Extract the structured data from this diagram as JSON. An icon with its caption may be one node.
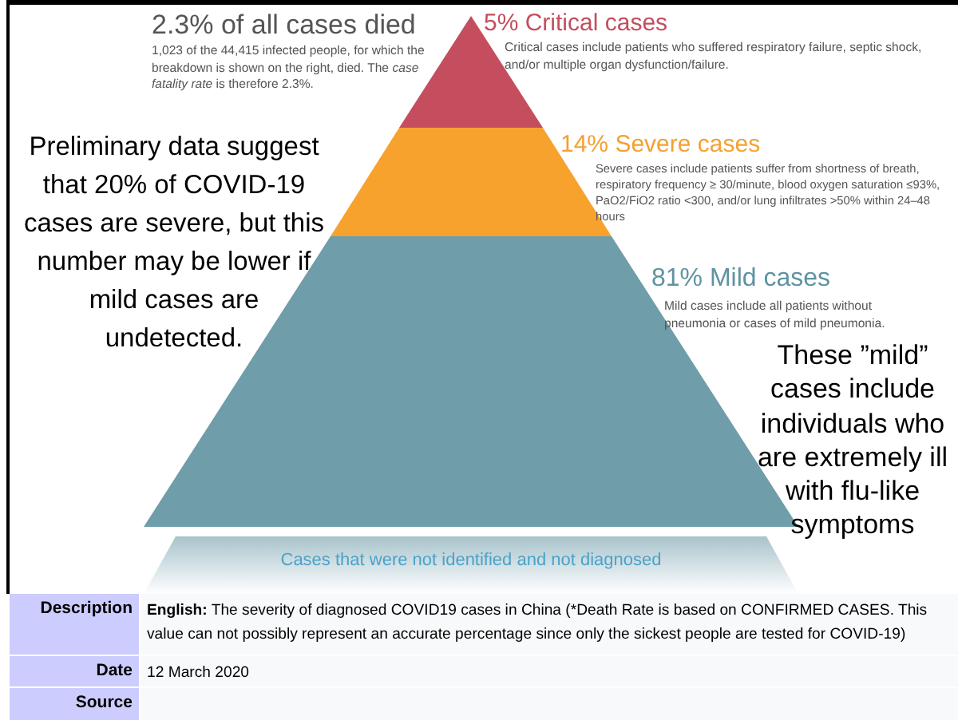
{
  "diagram": {
    "nodes": [
      {
        "text": [
          "5% Critical cases",
          "Critical cases include patients who suffered respiratory failure, septic shock, and/or multiple organ dysfunction/failure."
        ]
      },
      {
        "text": [
          "14% Severe cases",
          "Severe cases include patients suffer from shortness of breath, respiratory frequency ≥ 30/minute, blood oxygen saturation ≤93%, PaO2/FiO2 ratio <300, and/or lung infiltrates >50% within 24–48 hours"
        ]
      },
      {
        "text": [
          "81% Mild cases",
          "Mild cases include all patients without pneumonia or cases of mild pneumonia."
        ]
      },
      {
        "text": [
          "Cases that were not identified and not diagnosed"
        ]
      }
    ],
    "edges": [],
    "labels": [
      "2.3% of all cases died",
      "1,023 of the 44,415 infected people, for which the breakdown is shown on the right, died. The *case fatality rate* is therefore 2.3%.",
      "Preliminary data suggest that 20% of COVID-19 cases are severe, but this number may be lower if mild cases are undetected.",
      "These ”mild” cases include individuals who are extremely ill with flu-like symptoms",
      "Description",
      "**English:** The severity of diagnosed COVID19 cases in China (*Death Rate is based on CONFIRMED CASES. This value can not possibly represent an accurate percentage since only the sickest people are tested for COVID-19)",
      "Date",
      "12 March 2020",
      "Source"
    ]
  }
}
